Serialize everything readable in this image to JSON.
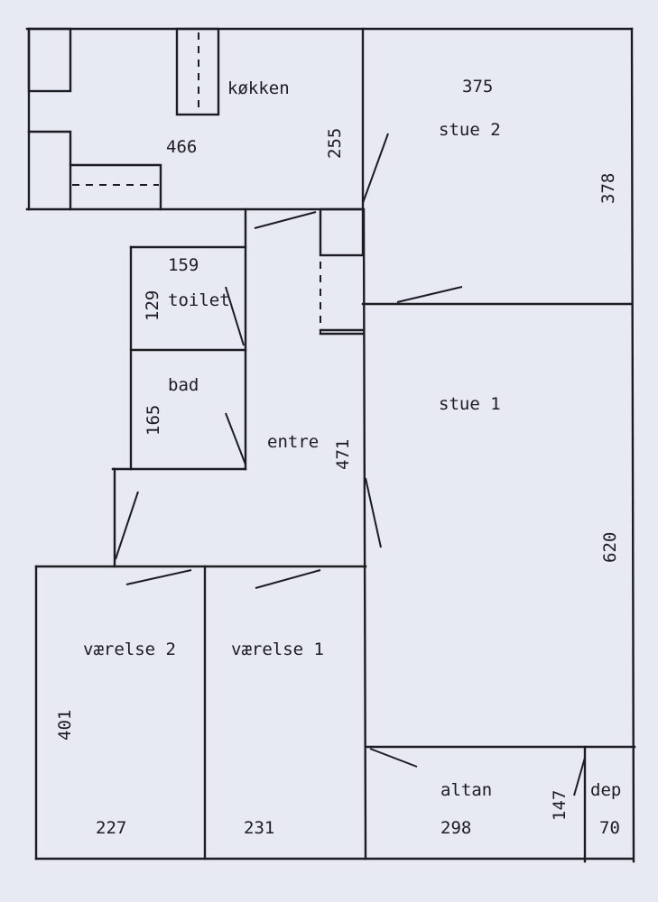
{
  "rooms": {
    "kitchen": {
      "name": "køkken",
      "width": "466",
      "depth": "255"
    },
    "living2": {
      "name": "stue 2",
      "width": "375",
      "depth": "378"
    },
    "toilet": {
      "name": "toilet",
      "width": "159",
      "depth": "129"
    },
    "bath": {
      "name": "bad",
      "depth": "165"
    },
    "hall": {
      "name": "entre",
      "depth": "471"
    },
    "living1": {
      "name": "stue 1",
      "depth": "620"
    },
    "bedroom2": {
      "name": "værelse 2",
      "width": "227",
      "depth": "401"
    },
    "bedroom1": {
      "name": "værelse 1",
      "width": "231"
    },
    "balcony": {
      "name": "altan",
      "width": "298",
      "depth": "147"
    },
    "storage": {
      "name": "dep",
      "width": "70"
    }
  }
}
